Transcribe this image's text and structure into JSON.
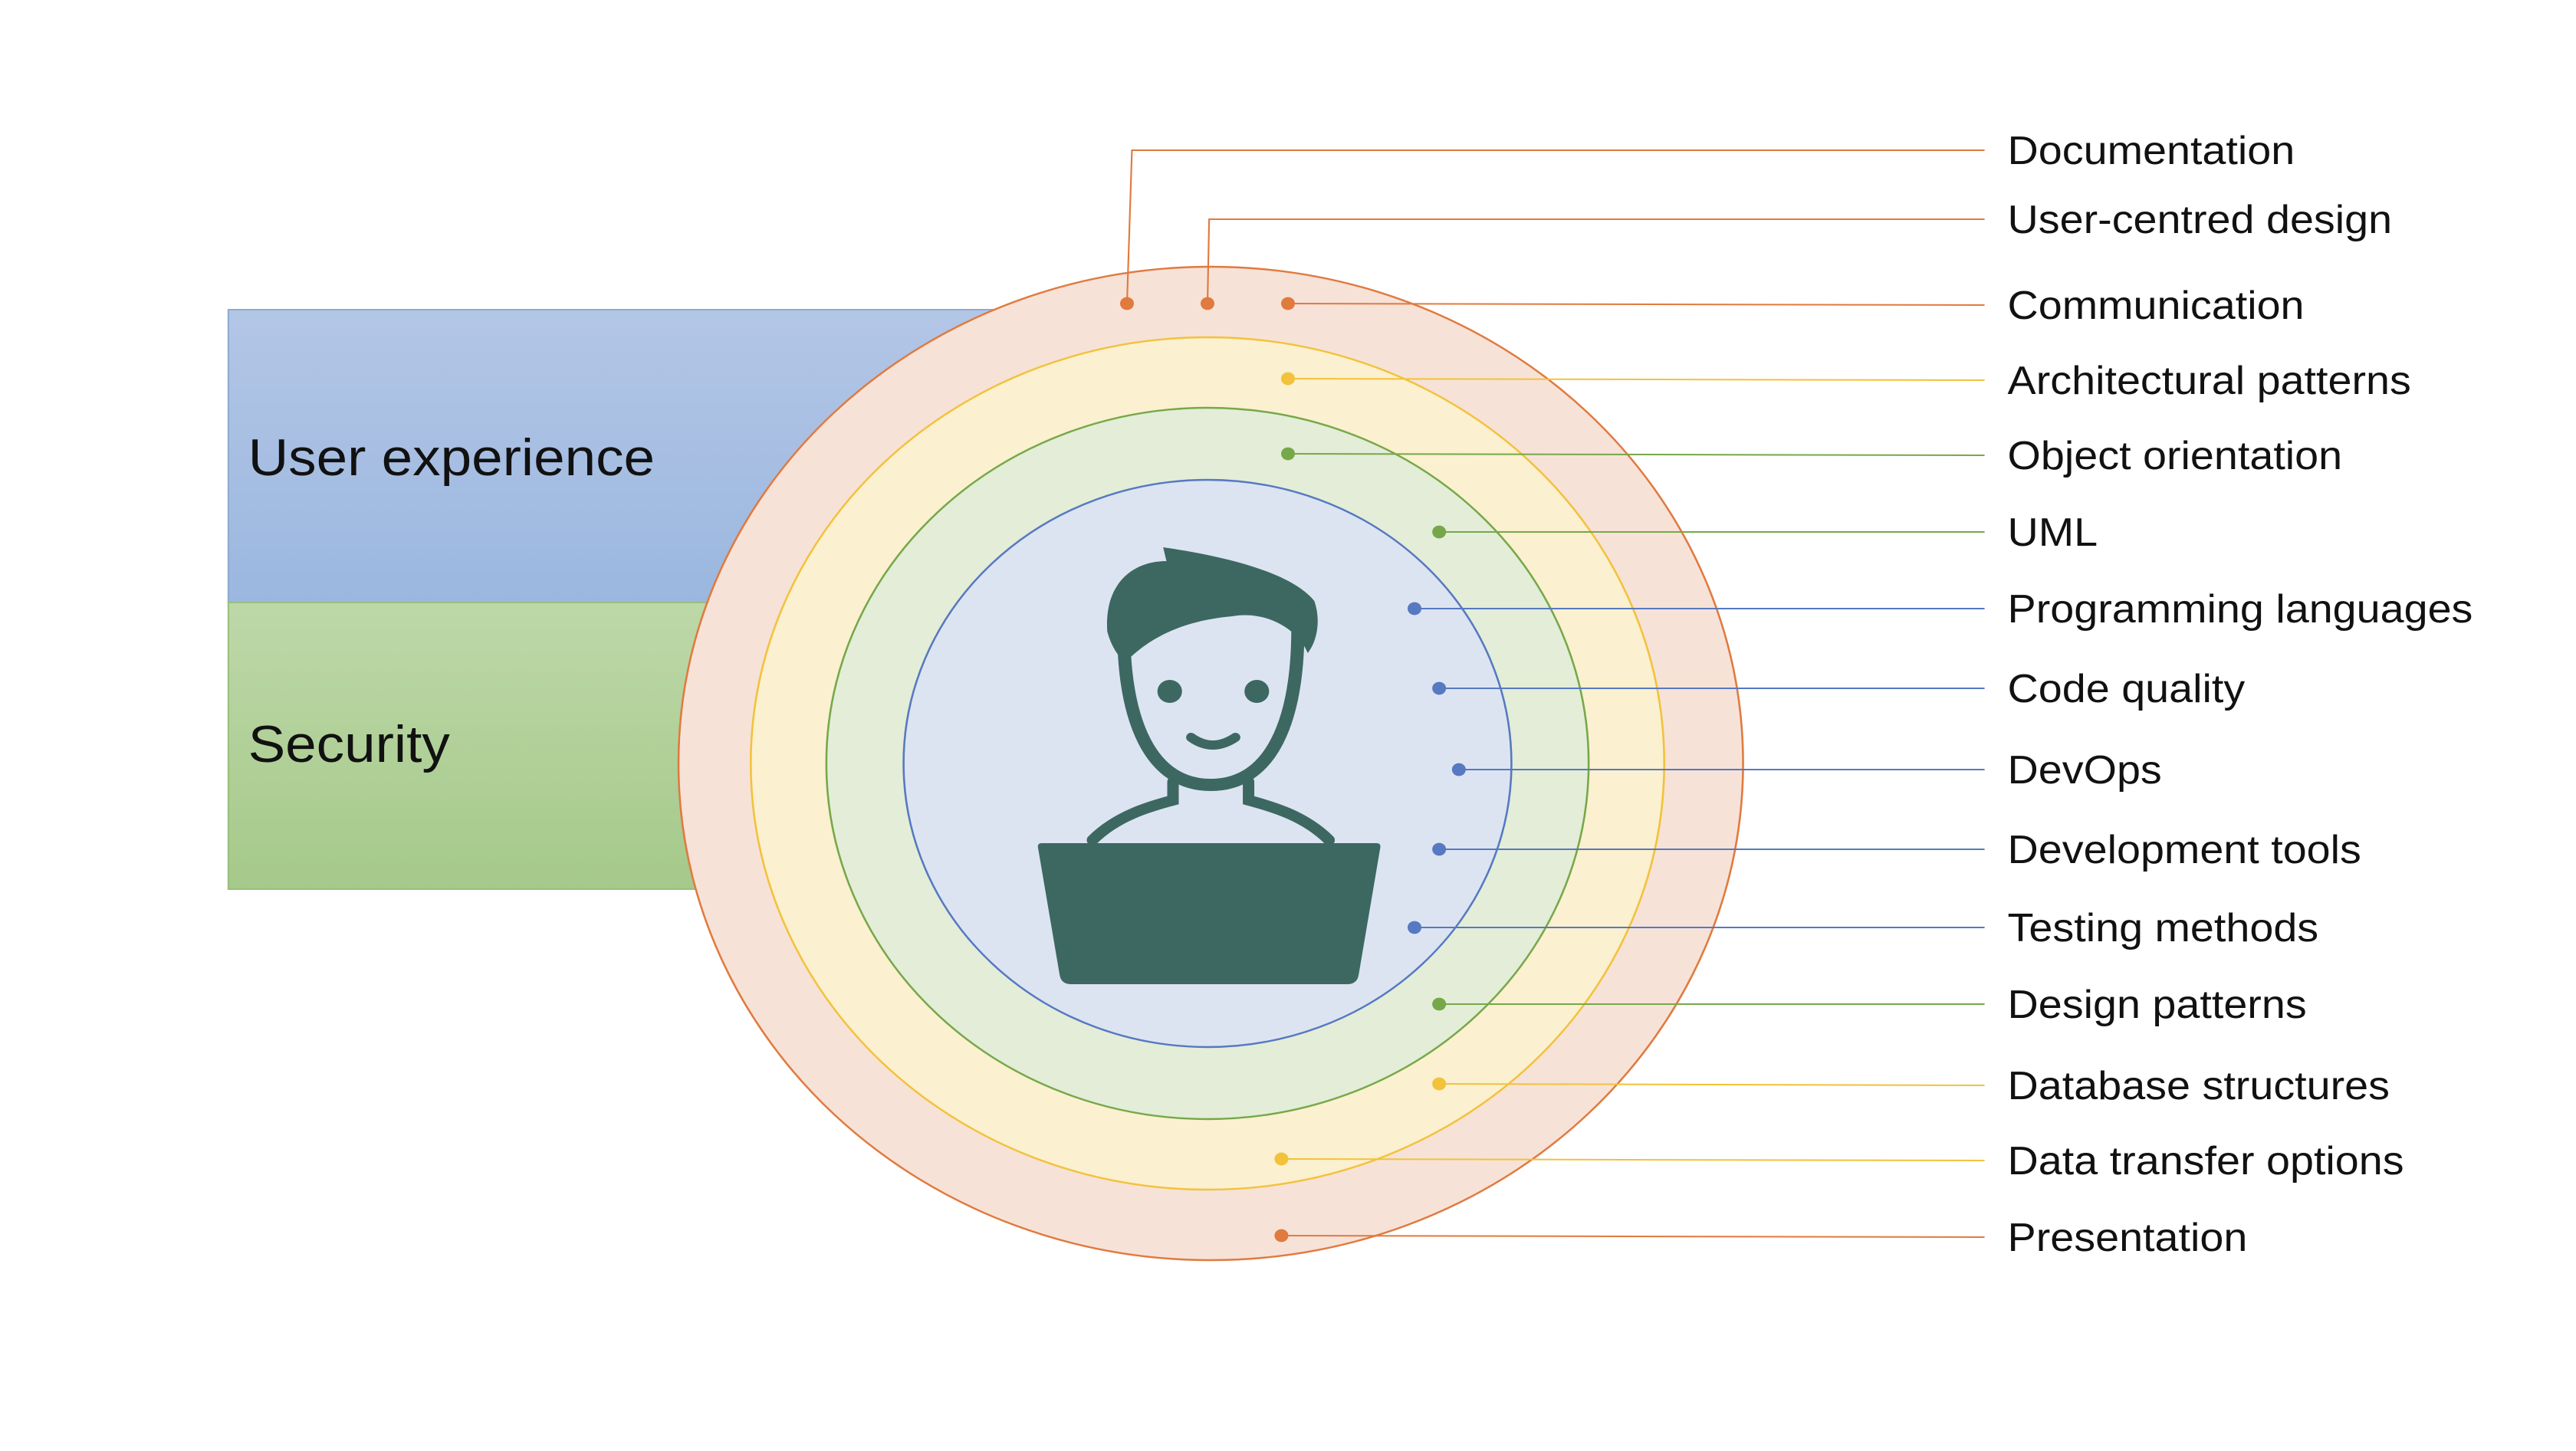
{
  "side_panels": [
    {
      "label": "User experience",
      "color": "#a6bfe3"
    },
    {
      "label": "Security",
      "color": "#b3d39a"
    }
  ],
  "rings": [
    {
      "name": "outer",
      "fill": "#f7e2d8",
      "stroke": "#e07a3e"
    },
    {
      "name": "yellow",
      "fill": "#fbf0cf",
      "stroke": "#f2c23a"
    },
    {
      "name": "green",
      "fill": "#e3edd8",
      "stroke": "#76a849"
    },
    {
      "name": "blue",
      "fill": "#dde4f1",
      "stroke": "#5679c1"
    }
  ],
  "center_icon": {
    "name": "developer-at-laptop-icon",
    "color": "#3d6862"
  },
  "labels": [
    {
      "text": "Documentation",
      "ring": "outer"
    },
    {
      "text": "User-centred design",
      "ring": "outer"
    },
    {
      "text": "Communication",
      "ring": "outer"
    },
    {
      "text": "Architectural patterns",
      "ring": "yellow"
    },
    {
      "text": "Object orientation",
      "ring": "green"
    },
    {
      "text": "UML",
      "ring": "green"
    },
    {
      "text": "Programming languages",
      "ring": "blue"
    },
    {
      "text": "Code quality",
      "ring": "blue"
    },
    {
      "text": "DevOps",
      "ring": "blue"
    },
    {
      "text": "Development tools",
      "ring": "blue"
    },
    {
      "text": "Testing methods",
      "ring": "blue"
    },
    {
      "text": "Design patterns",
      "ring": "green"
    },
    {
      "text": "Database structures",
      "ring": "yellow"
    },
    {
      "text": "Data transfer options",
      "ring": "yellow"
    },
    {
      "text": "Presentation",
      "ring": "outer"
    }
  ]
}
